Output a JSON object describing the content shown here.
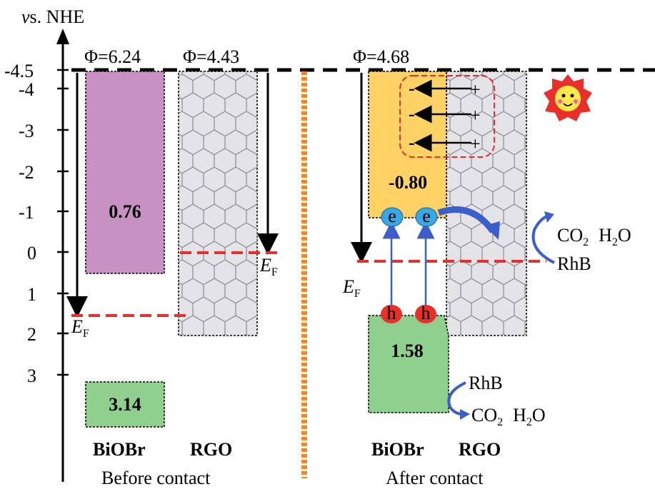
{
  "axis": {
    "title_prefix": "v",
    "title_rest": "s. NHE",
    "ticks": [
      "-4.5",
      "-4",
      "-3",
      "-2",
      "-1",
      "0",
      "1",
      "2",
      "3"
    ]
  },
  "before": {
    "phi_biobr": "Φ=6.24",
    "phi_rgo": "Φ=4.43",
    "biobr_cb": "0.76",
    "biobr_vb": "3.14",
    "label_biobr": "BiOBr",
    "label_rgo": "RGO",
    "caption": "Before contact"
  },
  "after": {
    "phi": "Φ=4.68",
    "cb": "-0.80",
    "vb": "1.58",
    "electron": "e",
    "hole": "h",
    "minus": "-",
    "plus": "+",
    "label_biobr": "BiOBr",
    "label_rgo": "RGO",
    "caption": "After contact",
    "product_top_co2": "CO",
    "product_top_h2o": "H",
    "rhb_top": "RhB",
    "rhb_bottom": "RhB",
    "product_bottom_co2": "CO",
    "product_bottom_h2o": "H"
  },
  "ef": {
    "main": "E",
    "sub": "F"
  },
  "subscripts": {
    "two": "2",
    "o": "O"
  },
  "colors": {
    "purple": "#c891c4",
    "green": "#8fd08f",
    "orange_band": "#ffd266",
    "rgo_fill": "#e4e4e8",
    "red_dash": "#e8302a",
    "blue": "#3b5ecb",
    "separator": "#f0882a",
    "electron": "#37a7e6",
    "hole": "#e8302a"
  }
}
